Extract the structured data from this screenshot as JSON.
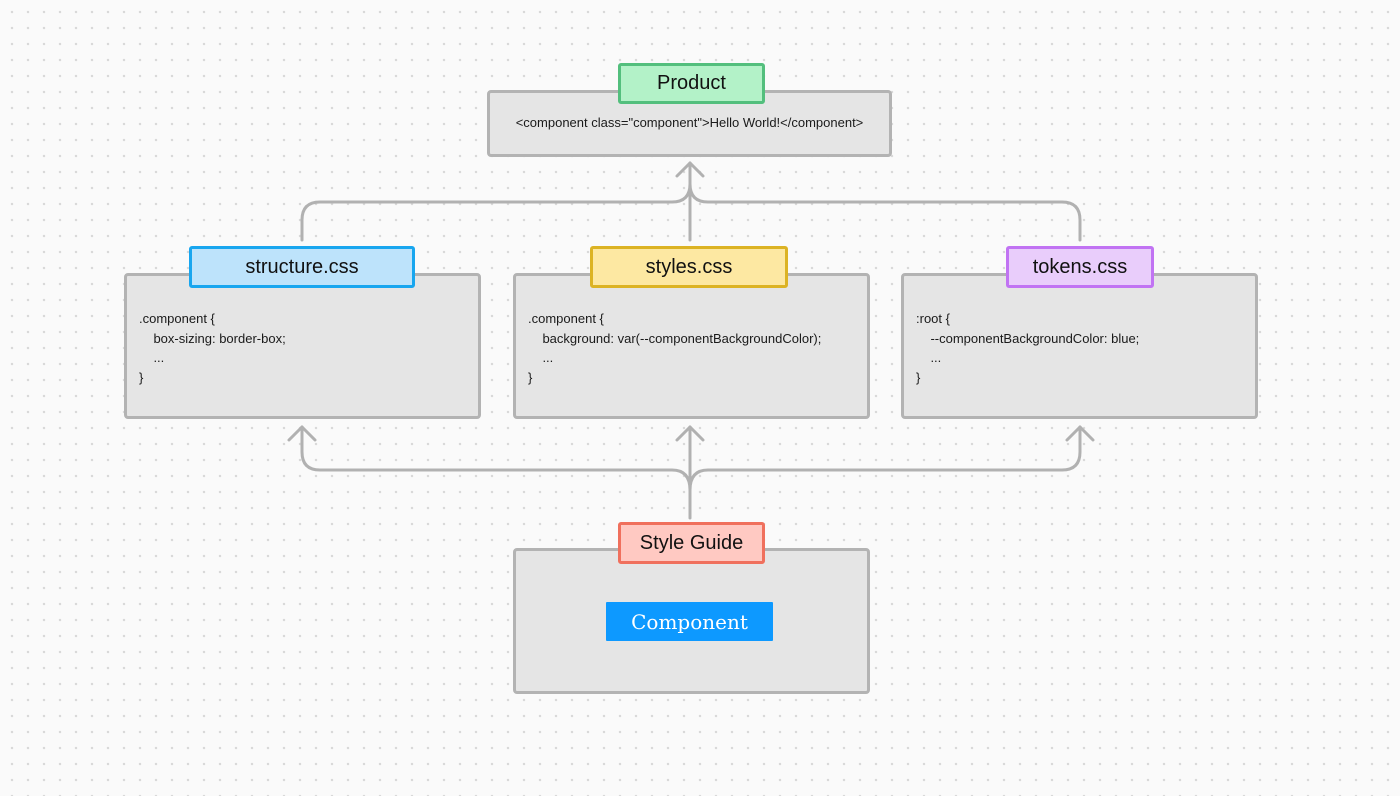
{
  "product": {
    "title": "Product",
    "code": "<component class=\"component\">Hello World!</component>",
    "colors": {
      "fill": "#b3f2c8",
      "border": "#53bf7d"
    }
  },
  "structure": {
    "title": "structure.css",
    "code": ".component {\n    box-sizing: border-box;\n    ...\n}",
    "colors": {
      "fill": "#bde3fb",
      "border": "#18a6ef"
    }
  },
  "styles": {
    "title": "styles.css",
    "code": ".component {\n    background: var(--componentBackgroundColor);\n    ...\n}",
    "colors": {
      "fill": "#fde8a2",
      "border": "#dcb324"
    }
  },
  "tokens": {
    "title": "tokens.css",
    "code": ":root {\n    --componentBackgroundColor: blue;\n    ...\n}",
    "colors": {
      "fill": "#e9cdfb",
      "border": "#c173f3"
    }
  },
  "style_guide": {
    "title": "Style Guide",
    "component_label": "Component",
    "colors": {
      "fill": "#ffc9c2",
      "border": "#f0705d",
      "component_button": "#0d99ff"
    }
  },
  "connector_color": "#b1b1b1"
}
